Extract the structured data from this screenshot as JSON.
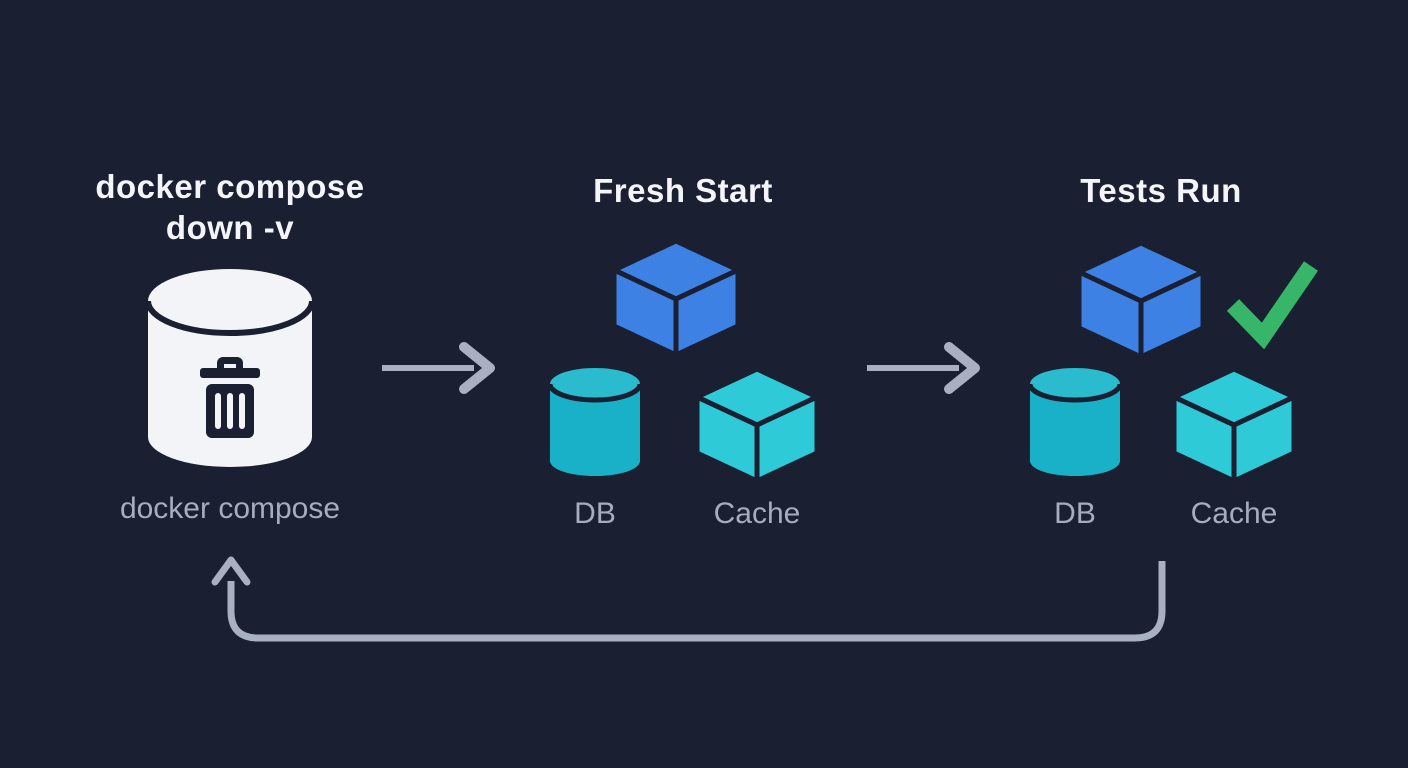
{
  "background": "#1a1f31",
  "palette": {
    "title_text": "#f3f5f9",
    "label_text": "#a6adbe",
    "arrow": "#a9b0c2",
    "node_white": "#f3f4f7",
    "blue": "#3e81e5",
    "teal": "#18b1c8",
    "teal_top": "#2abbce",
    "cyan": "#2ecad8",
    "green": "#37b568",
    "edge": "#1a1f31"
  },
  "stages": {
    "teardown": {
      "command_line1": "docker compose",
      "command_line2": "down -v",
      "caption": "docker compose",
      "icon": "volume-cylinder-trash"
    },
    "fresh_start": {
      "title": "Fresh Start",
      "app_icon": "blue-cube",
      "services": [
        {
          "label": "DB",
          "icon": "teal-cylinder"
        },
        {
          "label": "Cache",
          "icon": "teal-cube"
        }
      ]
    },
    "tests_run": {
      "title": "Tests Run",
      "app_icon": "blue-cube",
      "status_icon": "green-checkmark",
      "services": [
        {
          "label": "DB",
          "icon": "teal-cylinder"
        },
        {
          "label": "Cache",
          "icon": "teal-cube"
        }
      ]
    }
  },
  "flow": {
    "arrow1": "teardown-to-fresh-start",
    "arrow2": "fresh-start-to-tests-run",
    "loop": "tests-run-back-to-teardown"
  }
}
